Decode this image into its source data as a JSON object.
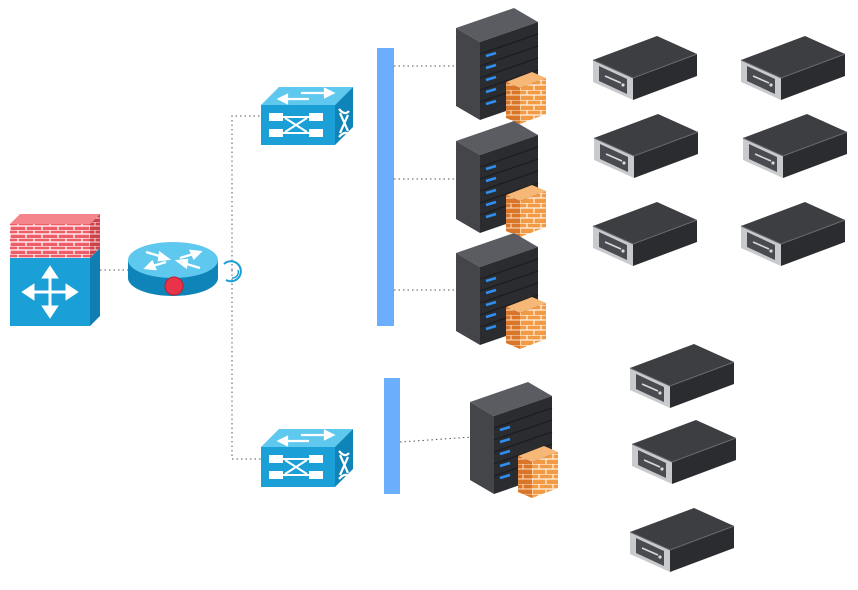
{
  "diagram": {
    "title": "",
    "nodes": [
      {
        "id": "firewall-router",
        "kind": "firewall-router",
        "icon": "firewall-router-icon"
      },
      {
        "id": "core-router",
        "kind": "router",
        "icon": "router-icon"
      },
      {
        "id": "switch-top",
        "kind": "switch",
        "icon": "switch-icon"
      },
      {
        "id": "switch-bottom",
        "kind": "switch",
        "icon": "switch-icon"
      },
      {
        "id": "bus-top",
        "kind": "bus",
        "icon": "network-bus"
      },
      {
        "id": "bus-bottom",
        "kind": "bus",
        "icon": "network-bus"
      },
      {
        "id": "server-fw-1",
        "kind": "server-firewall",
        "icon": "tower-server-icon"
      },
      {
        "id": "server-fw-2",
        "kind": "server-firewall",
        "icon": "tower-server-icon"
      },
      {
        "id": "server-fw-3",
        "kind": "server-firewall",
        "icon": "tower-server-icon"
      },
      {
        "id": "server-fw-4",
        "kind": "server-firewall",
        "icon": "tower-server-icon"
      },
      {
        "id": "storage-1",
        "kind": "rack-unit",
        "icon": "rack-server-icon"
      },
      {
        "id": "storage-2",
        "kind": "rack-unit",
        "icon": "rack-server-icon"
      },
      {
        "id": "storage-3",
        "kind": "rack-unit",
        "icon": "rack-server-icon"
      },
      {
        "id": "storage-4",
        "kind": "rack-unit",
        "icon": "rack-server-icon"
      },
      {
        "id": "storage-5",
        "kind": "rack-unit",
        "icon": "rack-server-icon"
      },
      {
        "id": "storage-6",
        "kind": "rack-unit",
        "icon": "rack-server-icon"
      },
      {
        "id": "storage-7",
        "kind": "rack-unit",
        "icon": "rack-server-icon"
      },
      {
        "id": "storage-8",
        "kind": "rack-unit",
        "icon": "rack-server-icon"
      },
      {
        "id": "storage-9",
        "kind": "rack-unit",
        "icon": "rack-server-icon"
      }
    ],
    "links": [
      {
        "from": "firewall-router",
        "to": "core-router",
        "style": "dotted"
      },
      {
        "from": "core-router",
        "to": "switch-top",
        "style": "dotted"
      },
      {
        "from": "core-router",
        "to": "switch-bottom",
        "style": "dotted"
      },
      {
        "from": "bus-top",
        "to": "server-fw-1",
        "style": "dotted"
      },
      {
        "from": "bus-top",
        "to": "server-fw-2",
        "style": "dotted"
      },
      {
        "from": "bus-top",
        "to": "server-fw-3",
        "style": "dotted"
      },
      {
        "from": "bus-bottom",
        "to": "server-fw-4",
        "style": "dotted"
      }
    ],
    "colors": {
      "cisco_blue": "#1a9fd6",
      "bus_blue": "#6aaefc",
      "firewall_red": "#ea5a64",
      "brick_orange": "#f08f3a",
      "server_dark": "#3a3b3f",
      "led_blue": "#2f8ff0",
      "router_red_dot": "#e8334a"
    }
  }
}
